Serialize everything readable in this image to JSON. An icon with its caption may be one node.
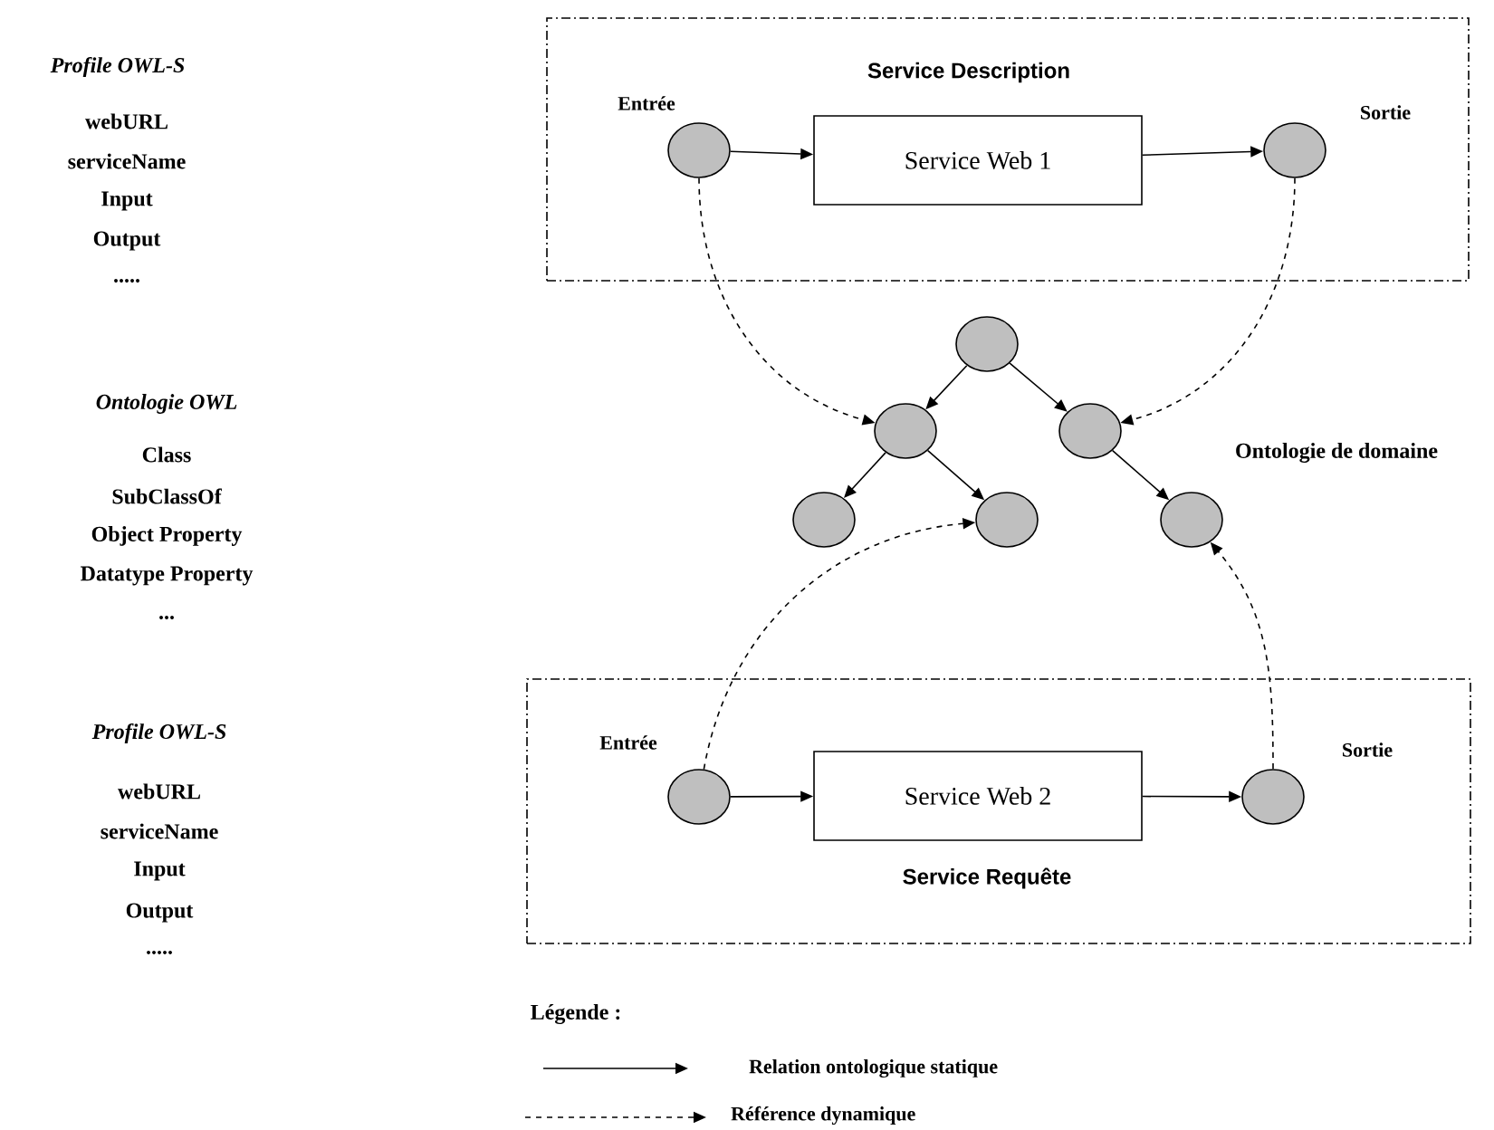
{
  "diagram": {
    "nodes": [
      {
        "text": [
          "Service Description"
        ]
      },
      {
        "text": [],
        "shape": "circle",
        "in": 0,
        "beside": [
          "Entrée"
        ]
      },
      {
        "text": [
          "Service Web 1"
        ],
        "in": 0
      },
      {
        "text": [],
        "shape": "circle",
        "in": 0,
        "beside": [
          "Sortie"
        ]
      },
      {
        "text": [],
        "shape": "circle"
      },
      {
        "text": [],
        "shape": "circle"
      },
      {
        "text": [],
        "shape": "circle"
      },
      {
        "text": [],
        "shape": "circle"
      },
      {
        "text": [],
        "shape": "circle"
      },
      {
        "text": [],
        "shape": "circle"
      },
      {
        "text": [
          "Service Requête"
        ]
      },
      {
        "text": [],
        "shape": "circle",
        "in": 10,
        "beside": [
          "Entrée"
        ]
      },
      {
        "text": [
          "Service Web 2"
        ],
        "in": 10
      },
      {
        "text": [],
        "shape": "circle",
        "in": 10,
        "beside": [
          "Sortie"
        ]
      }
    ],
    "edges": [
      {
        "from": 1,
        "to": 2,
        "arrow": "to"
      },
      {
        "from": 2,
        "to": 3,
        "arrow": "to"
      },
      {
        "from": 4,
        "to": 5,
        "arrow": "to"
      },
      {
        "from": 4,
        "to": 6,
        "arrow": "to"
      },
      {
        "from": 5,
        "to": 7,
        "arrow": "to"
      },
      {
        "from": 5,
        "to": 8,
        "arrow": "to"
      },
      {
        "from": 6,
        "to": 9,
        "arrow": "to"
      },
      {
        "from": 1,
        "to": 5,
        "arrow": "to",
        "style": "dashed"
      },
      {
        "from": 3,
        "to": 6,
        "arrow": "to",
        "style": "dashed"
      },
      {
        "from": 11,
        "to": 8,
        "arrow": "to",
        "style": "dashed"
      },
      {
        "from": 13,
        "to": 9,
        "arrow": "to",
        "style": "dashed"
      },
      {
        "from": 11,
        "to": 12,
        "arrow": "to"
      },
      {
        "from": 12,
        "to": 13,
        "arrow": "to"
      }
    ],
    "labels": [
      "Profile OWL-S",
      "webURL",
      "serviceName",
      "Input",
      "Output",
      ".....",
      "Ontologie OWL",
      "Class",
      "SubClassOf",
      "Object Property",
      "Datatype Property",
      "...",
      "Profile OWL-S",
      "webURL",
      "serviceName",
      "Input",
      "Output",
      ".....",
      "Ontologie de domaine",
      "Légende :"
    ],
    "legend": [
      {
        "text": "Relation ontologique statique"
      },
      {
        "text": "Référence dynamique"
      }
    ]
  }
}
